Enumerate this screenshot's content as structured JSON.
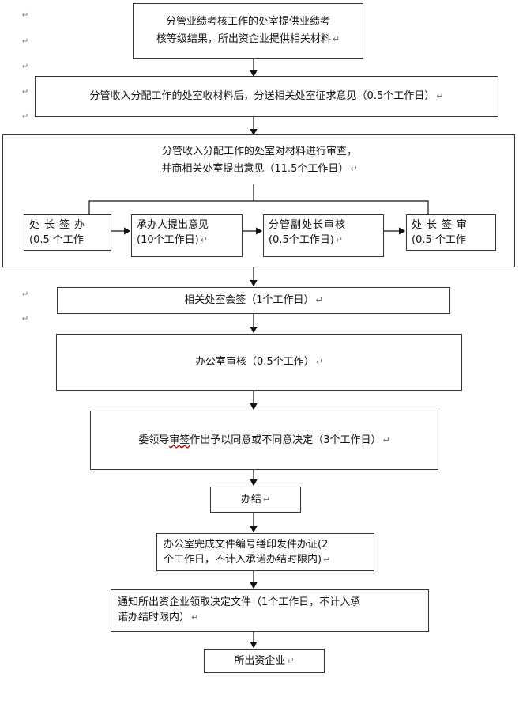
{
  "steps": {
    "s1_line1": "分管业绩考核工作的处室提供业绩考",
    "s1_line2": "核等级结果，所出资企业提供相关材料",
    "s2": "分管收入分配工作的处室收材料后，分送相关处室征求意见（0.5个工作日）",
    "s3_line1": "分管收入分配工作的处室对材料进行审查，",
    "s3_line2": "并商相关处室提出意见（11.5个工作日）",
    "sub1_line1": "处长签办",
    "sub1_line2": "(0.5 个工作",
    "sub2_line1": "承办人提出意见",
    "sub2_line2": "(10个工作日)",
    "sub3_line1": "分管副处长审核",
    "sub3_line2": "(0.5个工作日)",
    "sub4_line1": "处长签审",
    "sub4_line2": "(0.5 个工作",
    "s4": "相关处室会签（1个工作日）",
    "s5": "办公室审核（0.5个工作）",
    "s6_a": "委领导",
    "s6_b": "审签",
    "s6_c": "作出予以同意或不同意决定（3个工作日）",
    "s7": "办结",
    "s8_line1": "办公室完成文件编号缮印发件办证(2",
    "s8_line2": "个工作日，不计入承诺办结时限内)",
    "s9_line1": "通知所出资企业领取决定文件（1个工作日，不计入承",
    "s9_line2": "诺办结时限内）",
    "s10": "所出资企业"
  },
  "marks": {
    "paragraph": "↵"
  }
}
